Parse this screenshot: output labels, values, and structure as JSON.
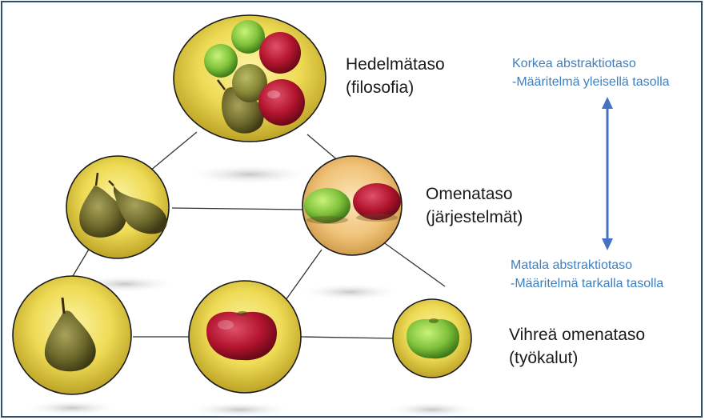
{
  "levels": {
    "fruit": {
      "name": "Hedelmätaso",
      "sub": "(filosofia)"
    },
    "apple": {
      "name": "Omenataso",
      "sub": "(järjestelmät)"
    },
    "green": {
      "name": "Vihreä omenataso",
      "sub": "(työkalut)"
    }
  },
  "abstraction": {
    "high": {
      "title": "Korkea abstraktiotaso",
      "desc": "-Määritelmä yleisellä tasolla"
    },
    "low": {
      "title": "Matala abstraktiotaso",
      "desc": "-Määritelmä tarkalla tasolla"
    }
  },
  "colors": {
    "frame": "#2f4f6f",
    "accent": "#3f7fbf",
    "line": "#333333",
    "circle_stroke": "#1a1a1a"
  },
  "nodes": [
    {
      "id": "fruit-circle",
      "icon": "mixed-fruit-icon"
    },
    {
      "id": "pear-pair-circle",
      "icon": "pear-pair-icon"
    },
    {
      "id": "apple-pair-circle",
      "icon": "apple-pair-icon"
    },
    {
      "id": "pear-circle",
      "icon": "pear-icon"
    },
    {
      "id": "red-apple-circle",
      "icon": "red-apple-icon"
    },
    {
      "id": "green-apple-circle",
      "icon": "green-apple-icon"
    }
  ]
}
